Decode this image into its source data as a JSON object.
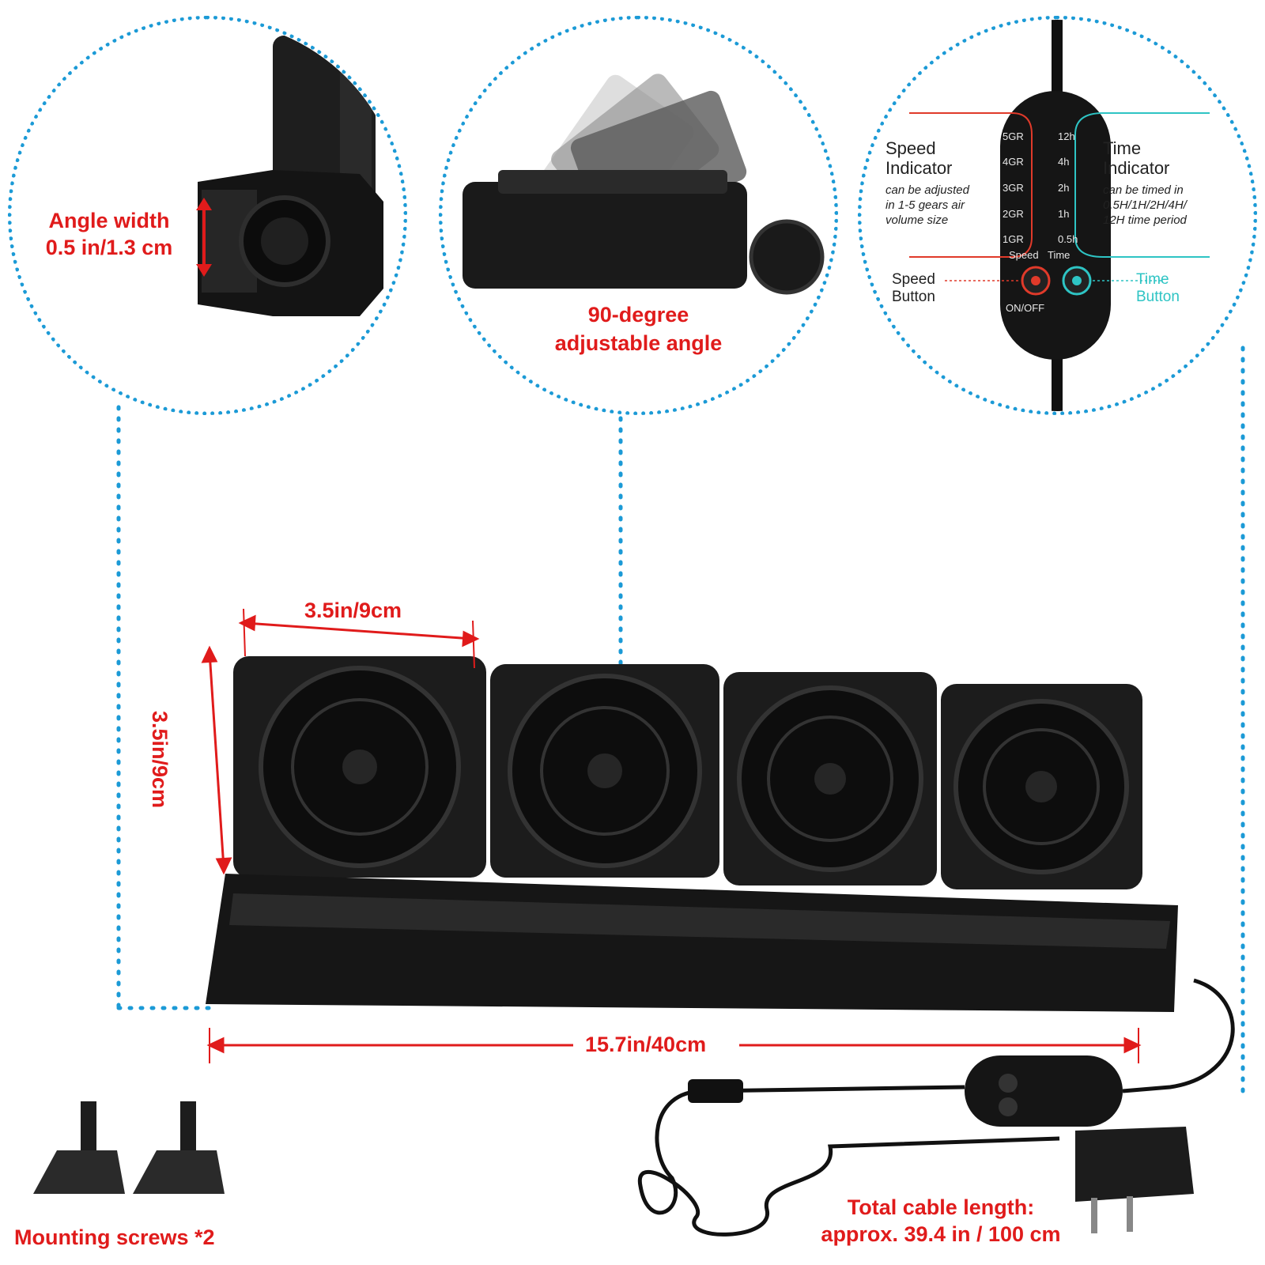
{
  "angle_width": {
    "line1": "Angle width",
    "line2": "0.5 in/1.3 cm"
  },
  "adjustable_angle": {
    "line1": "90-degree",
    "line2": "adjustable angle"
  },
  "controller_detail": {
    "speed_indicator_title_1": "Speed",
    "speed_indicator_title_2": "Indicator",
    "speed_indicator_desc_1": "can be adjusted",
    "speed_indicator_desc_2": "in 1-5 gears air",
    "speed_indicator_desc_3": "volume size",
    "time_indicator_title_1": "Time",
    "time_indicator_title_2": "Indicator",
    "time_indicator_desc_1": "can be timed in",
    "time_indicator_desc_2": "0.5H/1H/2H/4H/",
    "time_indicator_desc_3": "12H time period",
    "speed_button_1": "Speed",
    "speed_button_2": "Button",
    "time_button_1": "Time",
    "time_button_2": "Button",
    "speed_levels": [
      "5GR",
      "4GR",
      "3GR",
      "2GR",
      "1GR"
    ],
    "time_levels": [
      "12h",
      "4h",
      "2h",
      "1h",
      "0.5h"
    ],
    "speed_label": "Speed",
    "time_label": "Time",
    "onoff_label": "ON/OFF"
  },
  "dimensions": {
    "fan_width": "3.5in/9cm",
    "fan_height": "3.5in/9cm",
    "total_length": "15.7in/40cm"
  },
  "mounting_screws": "Mounting screws *2",
  "cable": {
    "line1": "Total cable length:",
    "line2": "approx. 39.4 in / 100 cm"
  },
  "colors": {
    "accent_red": "#e01b1b",
    "dotted_blue": "#1b9ad6",
    "time_cyan": "#2ec4c4",
    "product_black": "#1c1c1c"
  }
}
